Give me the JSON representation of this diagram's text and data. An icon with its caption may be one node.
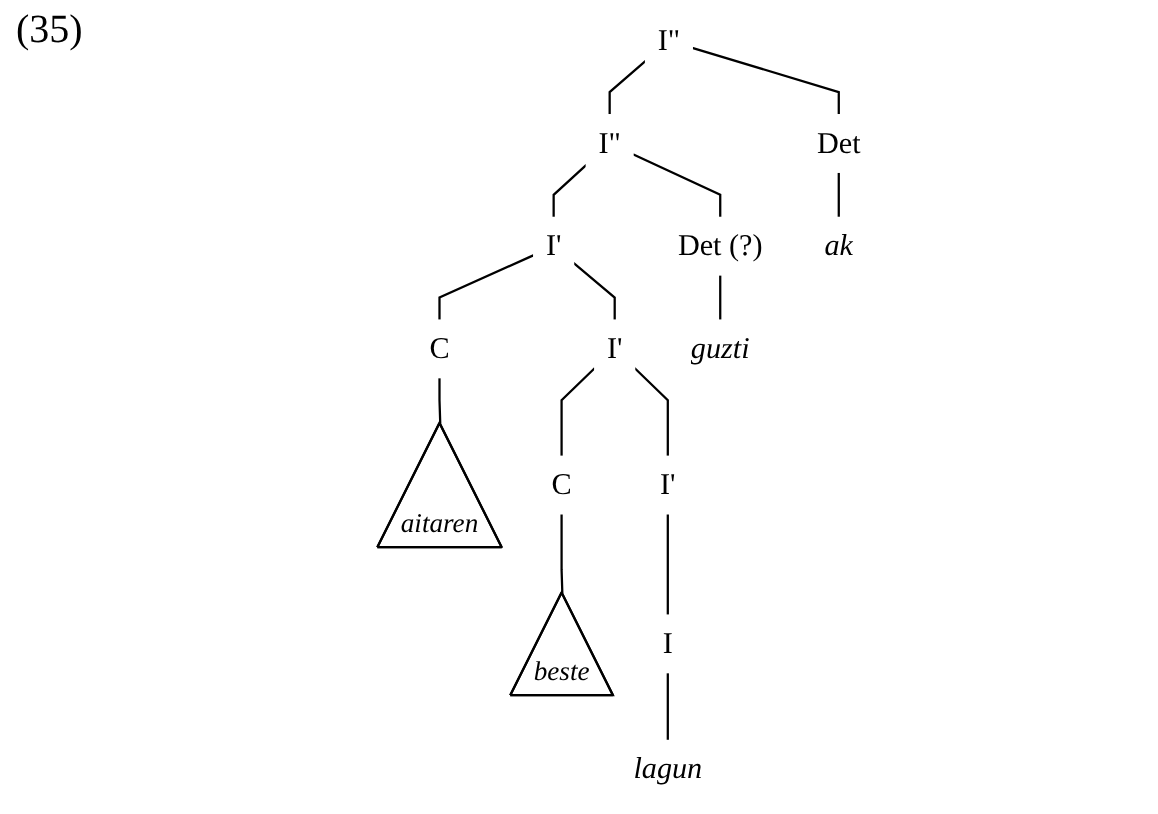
{
  "diagram": {
    "nodes": [
      {
        "text": [
          "I\""
        ]
      },
      {
        "text": [
          "I\""
        ]
      },
      {
        "text": [
          "Det"
        ]
      },
      {
        "text": [
          "I'"
        ]
      },
      {
        "text": [
          "Det (?)"
        ]
      },
      {
        "text": [
          "C"
        ]
      },
      {
        "text": [
          "I'"
        ]
      },
      {
        "text": [
          "aitaren"
        ]
      },
      {
        "text": [
          "C"
        ]
      },
      {
        "text": [
          "I'"
        ]
      },
      {
        "text": [
          "beste"
        ]
      },
      {
        "text": [
          "I"
        ]
      },
      {
        "text": [
          "lagun"
        ]
      },
      {
        "text": [
          "guzti"
        ]
      },
      {
        "text": [
          "ak"
        ]
      }
    ],
    "edges": [
      {
        "from": 0,
        "to": 1,
        "arrow": "none"
      },
      {
        "from": 0,
        "to": 2,
        "arrow": "none"
      },
      {
        "from": 1,
        "to": 3,
        "arrow": "none"
      },
      {
        "from": 1,
        "to": 4,
        "arrow": "none"
      },
      {
        "from": 3,
        "to": 5,
        "arrow": "none"
      },
      {
        "from": 3,
        "to": 6,
        "arrow": "none"
      },
      {
        "from": 5,
        "to": 7,
        "arrow": "none"
      },
      {
        "from": 6,
        "to": 8,
        "arrow": "none"
      },
      {
        "from": 6,
        "to": 9,
        "arrow": "none"
      },
      {
        "from": 8,
        "to": 10,
        "arrow": "none"
      },
      {
        "from": 9,
        "to": 11,
        "arrow": "none"
      },
      {
        "from": 11,
        "to": 12,
        "arrow": "none"
      },
      {
        "from": 4,
        "to": 13,
        "arrow": "none"
      },
      {
        "from": 2,
        "to": 14,
        "arrow": "none"
      }
    ],
    "labels": [
      "(35)"
    ]
  }
}
